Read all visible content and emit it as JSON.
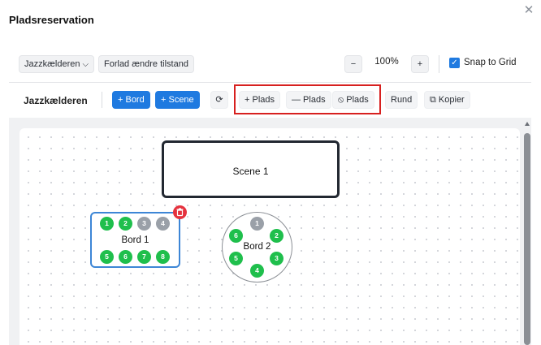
{
  "dialog": {
    "title": "Pladsreservation",
    "close_icon": "close-icon"
  },
  "top_controls": {
    "venue_select": "Jazzkælderen",
    "edit_mode_button": "Forlad ændre tilstand",
    "zoom_out": "−",
    "zoom_level": "100%",
    "zoom_in": "+",
    "snap_to_grid": {
      "checked": true,
      "label": "Snap to Grid"
    }
  },
  "toolbar": {
    "title": "Jazzkælderen",
    "add_table": "+ Bord",
    "add_scene": "+ Scene",
    "refresh_icon": "refresh-icon",
    "add_seat": "+ Plads",
    "remove_seat": "— Plads",
    "block_seat": "Plads",
    "round": "Rund",
    "copy": "Kopier"
  },
  "scene": {
    "label": "Scene 1"
  },
  "tables": [
    {
      "label": "Bord 1",
      "shape": "rect",
      "seats": [
        {
          "n": "1",
          "status": "free"
        },
        {
          "n": "2",
          "status": "free"
        },
        {
          "n": "3",
          "status": "taken"
        },
        {
          "n": "4",
          "status": "taken"
        },
        {
          "n": "5",
          "status": "free"
        },
        {
          "n": "6",
          "status": "free"
        },
        {
          "n": "7",
          "status": "free"
        },
        {
          "n": "8",
          "status": "free"
        }
      ]
    },
    {
      "label": "Bord 2",
      "shape": "round",
      "seats": [
        {
          "n": "1",
          "status": "taken"
        },
        {
          "n": "2",
          "status": "free"
        },
        {
          "n": "3",
          "status": "free"
        },
        {
          "n": "4",
          "status": "free"
        },
        {
          "n": "5",
          "status": "free"
        },
        {
          "n": "6",
          "status": "free"
        }
      ]
    }
  ],
  "colors": {
    "accent": "#1f7ae0",
    "seat_free": "#1fbf4c",
    "seat_taken": "#9aa0a8",
    "delete": "#e5323e",
    "highlight": "#d7201f"
  }
}
